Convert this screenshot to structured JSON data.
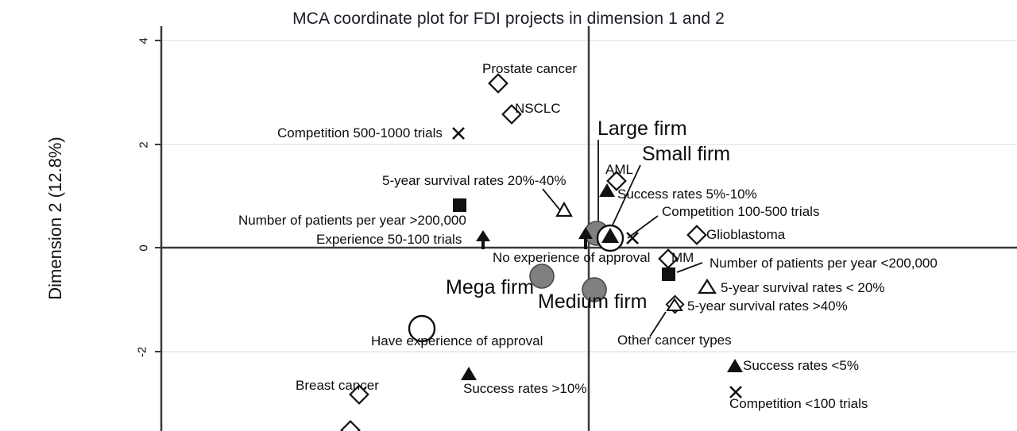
{
  "chart_data": {
    "type": "scatter",
    "title": "MCA coordinate plot for FDI projects in dimension 1 and 2",
    "xlabel": "",
    "ylabel": "Dimension 2 (12.8%)",
    "yticks": [
      "4",
      "2",
      "0",
      "-2"
    ],
    "ytick_values": [
      4,
      2,
      0,
      -2
    ],
    "ylim": [
      -3.2,
      4.4
    ],
    "xlim": [
      -4.2,
      4.3
    ],
    "grid": "horizontal-light",
    "legend": "none-inline-labels",
    "axis_color": "#3a3a3a",
    "grid_color": "#e9f1f3",
    "marker_fill_gray": "#808080",
    "marker_stroke": "#111111",
    "points": [
      {
        "label": "Prostate cancer",
        "marker": "diamond-open",
        "x": -0.05,
        "y": 3.3
      },
      {
        "label": "NSCLC",
        "marker": "diamond-open",
        "x": -0.25,
        "y": 2.78
      },
      {
        "label": "Competition 500-1000 trials",
        "marker": "x-cross",
        "x": -1.4,
        "y": 2.17
      },
      {
        "label": "5-year survival rates 20%-40%",
        "marker": "triangle-open",
        "x": -1.0,
        "y": 0.76
      },
      {
        "label": "Number of patients per year >200,000",
        "marker": "square-filled",
        "x": -1.7,
        "y": 0.92
      },
      {
        "label": "Experience 50-100 trials",
        "marker": "arrow-up",
        "x": -1.0,
        "y": 0.3
      },
      {
        "label": "AML",
        "marker": "diamond-open",
        "x": 0.52,
        "y": 1.34
      },
      {
        "label": "Success rates 5%-10%",
        "marker": "triangle-filled",
        "x": 0.35,
        "y": 1.12
      },
      {
        "label": "Large firm",
        "marker": "circle-gray",
        "x": 0.14,
        "y": 0.29
      },
      {
        "label": "Small firm",
        "marker": "circle-open-triangle",
        "x": 0.41,
        "y": 0.25
      },
      {
        "label": "No experience of approval",
        "marker": "arrow-up",
        "x": -0.06,
        "y": 0.27
      },
      {
        "label": "Competition 100-500 trials",
        "marker": "x-cross",
        "x": 0.84,
        "y": 0.25
      },
      {
        "label": "Glioblastoma",
        "marker": "diamond-open",
        "x": 1.99,
        "y": 0.26
      },
      {
        "label": "MM",
        "marker": "diamond-open",
        "x": 1.52,
        "y": -0.14
      },
      {
        "label": "Number of patients per year <200,000",
        "marker": "square-filled",
        "x": 1.55,
        "y": -0.39
      },
      {
        "label": "Mega firm",
        "marker": "circle-gray",
        "x": -0.93,
        "y": -0.54
      },
      {
        "label": "Medium firm",
        "marker": "circle-gray",
        "x": 0.11,
        "y": -0.8
      },
      {
        "label": "5-year survival rates < 20%",
        "marker": "triangle-open",
        "x": 2.15,
        "y": -0.62
      },
      {
        "label": "5-year survival rates >40%",
        "marker": "diamond-triangle",
        "x": 1.64,
        "y": -1.1
      },
      {
        "label": "Other cancer types",
        "marker": "leader-only",
        "x": 1.64,
        "y": -1.1
      },
      {
        "label": "Have experience of approval",
        "marker": "circle-open",
        "x": -1.65,
        "y": -1.55
      },
      {
        "label": "Success rates <5%",
        "marker": "triangle-filled",
        "x": 2.92,
        "y": -2.38
      },
      {
        "label": "Breast cancer",
        "marker": "diamond-open",
        "x": -2.3,
        "y": -2.7
      },
      {
        "label": "Success rates >10%",
        "marker": "triangle-filled",
        "x": -0.75,
        "y": -2.5
      },
      {
        "label": "Competition <100 trials",
        "marker": "x-cross",
        "x": 2.85,
        "y": -2.86
      }
    ]
  },
  "title": {
    "text": "MCA coordinate plot for FDI projects in dimension 1 and 2"
  },
  "axes": {
    "y_label": "Dimension 2 (12.8%)",
    "tick_4": "4",
    "tick_2": "2",
    "tick_0": "0",
    "tick_m2": "-2"
  },
  "labels": {
    "prostate_cancer": "Prostate cancer",
    "nsclc": "NSCLC",
    "competition_500_1000": "Competition 500-1000 trials",
    "survival_20_40": "5-year survival rates 20%-40%",
    "patients_gt_200k": "Number of patients per year >200,000",
    "experience_50_100": "Experience 50-100 trials",
    "aml": "AML",
    "success_5_10": "Success rates 5%-10%",
    "large_firm": "Large firm",
    "small_firm": "Small firm",
    "no_experience_approval": "No experience of approval",
    "competition_100_500": "Competition 100-500 trials",
    "glioblastoma": "Glioblastoma",
    "mm": "MM",
    "patients_lt_200k": "Number of patients per year <200,000",
    "mega_firm": "Mega firm",
    "medium_firm": "Medium firm",
    "survival_lt_20": "5-year survival rates < 20%",
    "survival_gt_40": "5-year survival rates >40%",
    "other_cancer_types": "Other cancer types",
    "have_experience_approval": "Have experience of approval",
    "success_lt_5": "Success rates <5%",
    "breast_cancer": "Breast cancer",
    "success_gt_10": "Success rates >10%",
    "competition_lt_100": "Competition <100 trials"
  }
}
